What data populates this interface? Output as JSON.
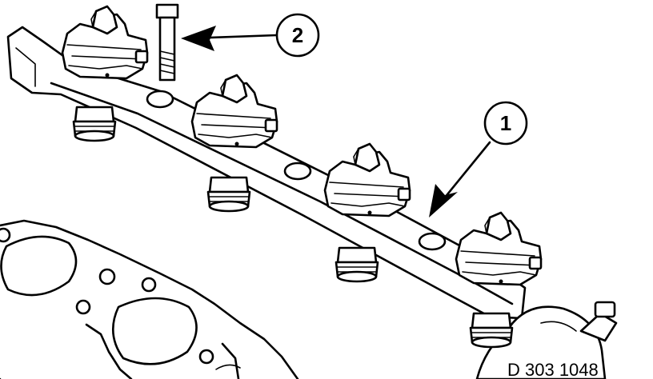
{
  "callouts": [
    {
      "label": "1"
    },
    {
      "label": "2"
    }
  ],
  "reference_code": "D 303 1048"
}
